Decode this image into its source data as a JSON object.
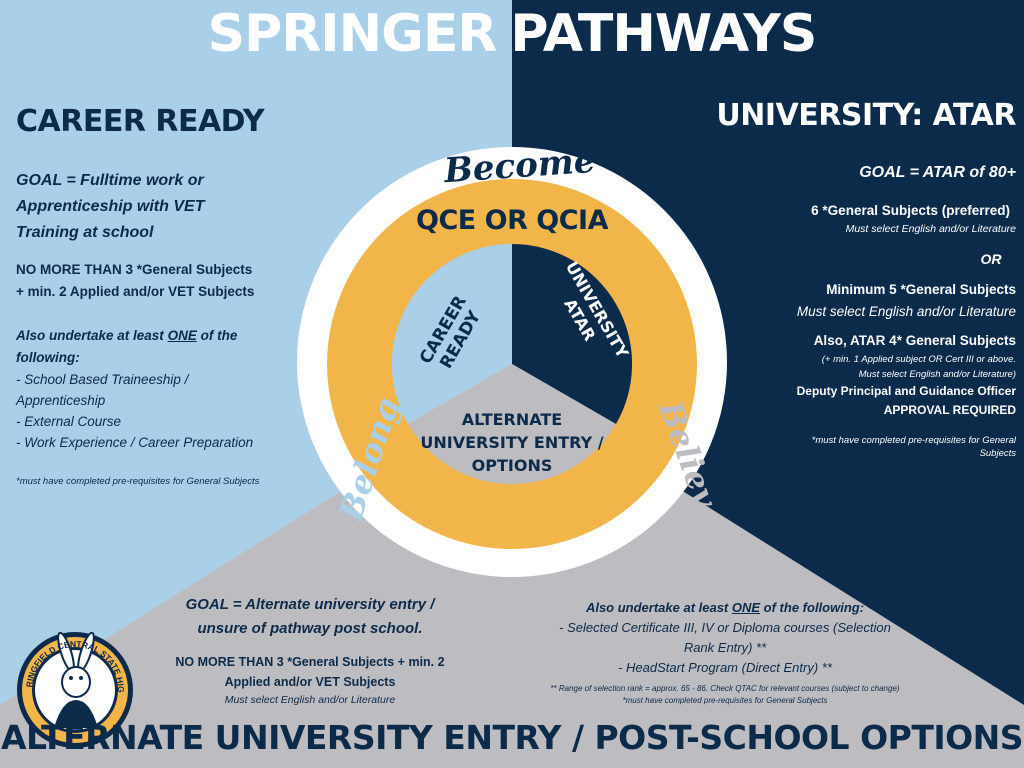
{
  "title": {
    "part1": "SPRINGER",
    "part2": "PATHWAYS"
  },
  "career_ready": {
    "heading": "CAREER READY",
    "goal_line1": "GOAL = Fulltime work or",
    "goal_line2": "Apprenticeship with VET",
    "goal_line3": "Training at school",
    "req_line1": "NO MORE THAN 3 *General Subjects",
    "req_line2": "+ min. 2 Applied and/or VET Subjects",
    "also_pre": "Also undertake at least ",
    "also_one": "ONE",
    "also_post": " of the",
    "also_line2": "following:",
    "items": [
      "- School Based Traineeship /",
      "Apprenticeship",
      "- External Course",
      "- Work Experience / Career Preparation"
    ],
    "footnote": "*must have completed pre-requisites for General Subjects"
  },
  "university": {
    "heading": "UNIVERSITY: ATAR",
    "goal": "GOAL = ATAR of 80+",
    "opt1": "6 *General Subjects (preferred)",
    "opt1_note": "Must select English and/or Literature",
    "or": "OR",
    "opt2": "Minimum 5 *General Subjects",
    "opt2_note": "Must select English and/or Literature",
    "atar4": "Also, ATAR 4* General Subjects",
    "atar4_note1": "(+ min. 1 Applied subject OR Cert III or above.",
    "atar4_note2": "Must select English and/or Literature)",
    "approval1": "Deputy Principal and Guidance Officer",
    "approval2": "APPROVAL REQUIRED",
    "footnote1": "*must have completed pre-requisites for General",
    "footnote2": "Subjects"
  },
  "circle": {
    "become": "Become",
    "belong": "Belong",
    "believe": "Believe",
    "ring_text": "QCE OR QCIA",
    "seg_career": "CAREER READY",
    "seg_uni1": "UNIVERSITY",
    "seg_uni2": "ATAR",
    "seg_alt1": "ALTERNATE",
    "seg_alt2": "UNIVERSITY ENTRY /",
    "seg_alt3": "OPTIONS"
  },
  "alternate": {
    "goal_line1": "GOAL = Alternate university entry /",
    "goal_line2": "unsure of pathway post school.",
    "req_line1": "NO MORE THAN 3 *General Subjects + min. 2",
    "req_line2": "Applied and/or VET Subjects",
    "req_note": "Must select English and/or Literature",
    "also_pre": "Also undertake at least ",
    "also_one": "ONE",
    "also_post": " of the following:",
    "items": [
      "- Selected Certificate III, IV or Diploma courses (Selection",
      "Rank Entry) **",
      "- HeadStart Program (Direct Entry) **"
    ],
    "foot1": "** Range of selection rank = approx. 65 - 86. Check QTAC for relevant courses (subject to change)",
    "foot2": "*must have completed pre-requisites for General Subjects",
    "bottom_heading": "ALTERNATE UNIVERSITY ENTRY / POST-SCHOOL OPTIONS"
  },
  "logo": {
    "ring_text": "SPRINGFIELD CENTRAL STATE HIGH"
  },
  "colors": {
    "navy": "#0c2a4a",
    "light_blue": "#a9cfe9",
    "grey": "#bdbcc0",
    "gold": "#f2b54a",
    "white": "#ffffff"
  }
}
